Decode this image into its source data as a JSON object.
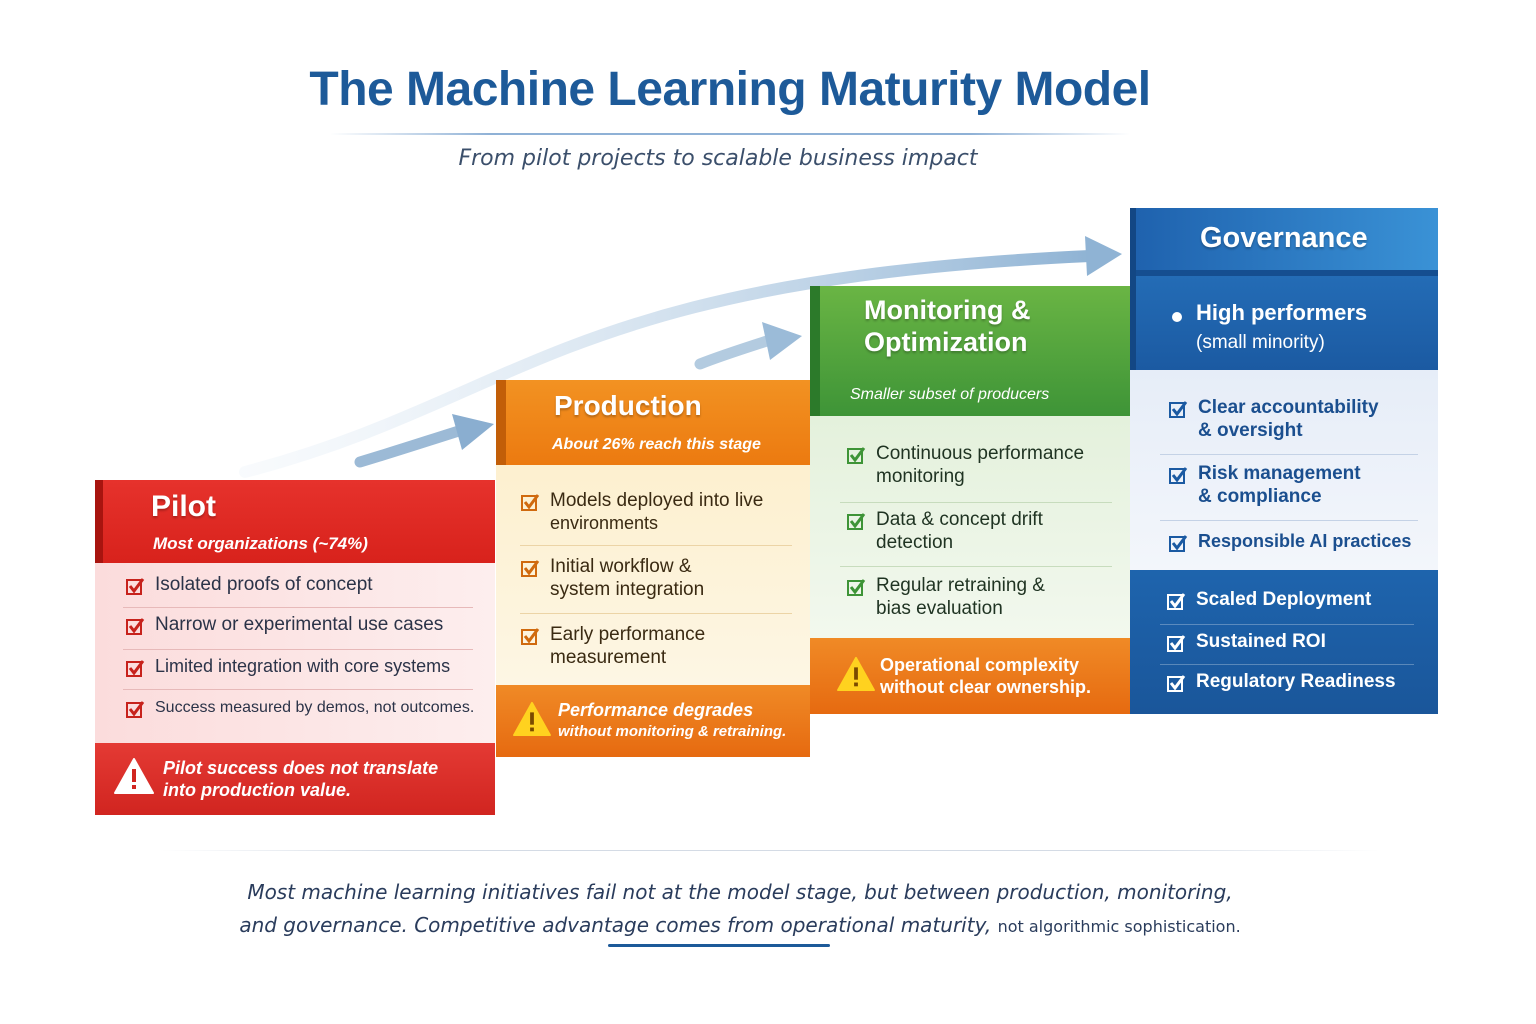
{
  "title": "The Machine Learning Maturity Model",
  "subtitle": "From pilot projects to scalable business impact",
  "colors": {
    "title": "#1d5a99",
    "pilot": "#d8221c",
    "production": "#ec7a10",
    "monitoring": "#3e9437",
    "governance": "#1b5aa2",
    "arrow": "#9bbbd8"
  },
  "icons": {
    "check": "check-box-icon",
    "warning": "warning-triangle-icon",
    "bullet": "bullet-dot-icon"
  },
  "stages": {
    "pilot": {
      "name": "Pilot",
      "subtitle": "Most organizations (~74%)",
      "items": [
        "Isolated proofs of concept",
        "Narrow or experimental use cases",
        "Limited integration with core systems",
        "Success measured by demos, not outcomes."
      ],
      "warning_line1": "Pilot success does not translate",
      "warning_line2": "into production value."
    },
    "production": {
      "name": "Production",
      "subtitle": "About 26% reach this stage",
      "items": [
        {
          "l1": "Models deployed into live",
          "l2": "environments"
        },
        {
          "l1": "Initial workflow &",
          "l2": "system integration"
        },
        {
          "l1": "Early performance",
          "l2": "measurement"
        }
      ],
      "warning_line1": "Performance degrades",
      "warning_line2": "without monitoring & retraining."
    },
    "monitoring": {
      "name_line1": "Monitoring &",
      "name_line2": "Optimization",
      "subtitle": "Smaller subset of producers",
      "items": [
        {
          "l1": "Continuous performance",
          "l2": "monitoring"
        },
        {
          "l1": "Data & concept drift",
          "l2": "detection"
        },
        {
          "l1": "Regular retraining &",
          "l2": "bias evaluation"
        }
      ],
      "warning_line1": "Operational complexity",
      "warning_line2": "without clear ownership."
    },
    "governance": {
      "name": "Governance",
      "bullet_main": "High performers",
      "bullet_sub": "(small minority)",
      "items": [
        {
          "l1": "Clear accountability",
          "l2": "& oversight"
        },
        {
          "l1": "Risk management",
          "l2": "& compliance"
        },
        {
          "l1": "Responsible AI practices",
          "l2": ""
        }
      ],
      "outcomes": [
        "Scaled Deployment",
        "Sustained ROI",
        "Regulatory Readiness"
      ]
    }
  },
  "footer": {
    "line1": "Most machine learning initiatives fail not at the model stage, but between production, monitoring,",
    "line2a": "and governance. Competitive advantage comes from operational maturity,",
    "line2b": "not algorithmic sophistication."
  }
}
